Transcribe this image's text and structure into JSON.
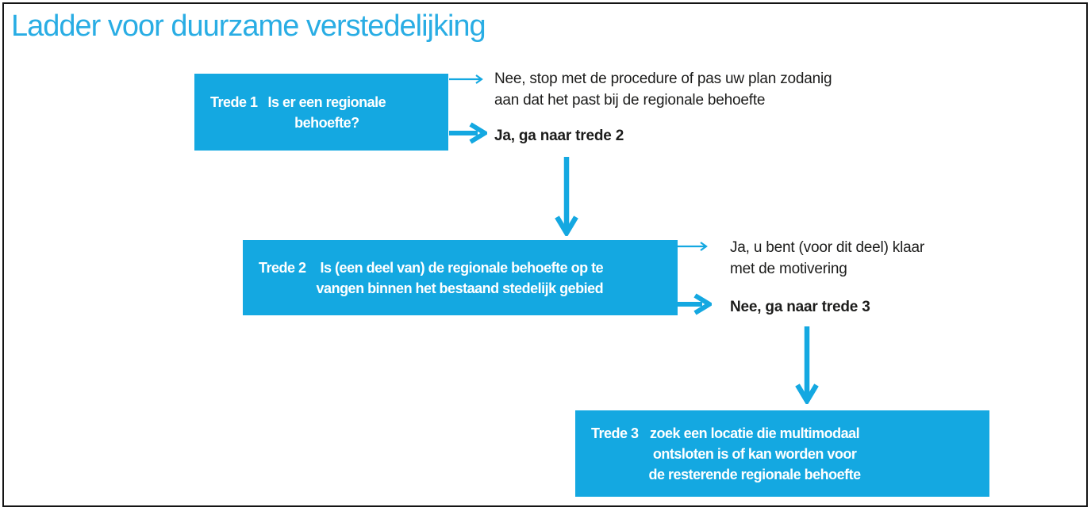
{
  "title": "Ladder voor duurzame verstedelijking",
  "colors": {
    "accent": "#14a8e1",
    "title_blue": "#29ade4",
    "dark_text": "#1c1c1b",
    "box_text": "#ffffff",
    "background": "#ffffff",
    "border": "#141414"
  },
  "steps": [
    {
      "label": "Trede 1",
      "question_lines": [
        "Is er een regionale",
        "behoefte?"
      ],
      "branch_negative_lines": [
        "Nee, stop met de procedure of pas uw plan zodanig",
        "aan dat het past bij de regionale behoefte"
      ],
      "branch_positive": "Ja, ga naar trede 2"
    },
    {
      "label": "Trede 2",
      "question_lines": [
        "Is (een deel van) de regionale behoefte op te",
        "vangen binnen het bestaand stedelijk gebied"
      ],
      "branch_positive_lines": [
        "Ja, u bent (voor dit deel) klaar",
        "met de motivering"
      ],
      "branch_negative": "Nee, ga naar trede 3"
    },
    {
      "label": "Trede 3",
      "question_lines": [
        "zoek een locatie die multimodaal",
        "ontsloten is of kan worden voor",
        "de resterende regionale behoefte"
      ]
    }
  ]
}
